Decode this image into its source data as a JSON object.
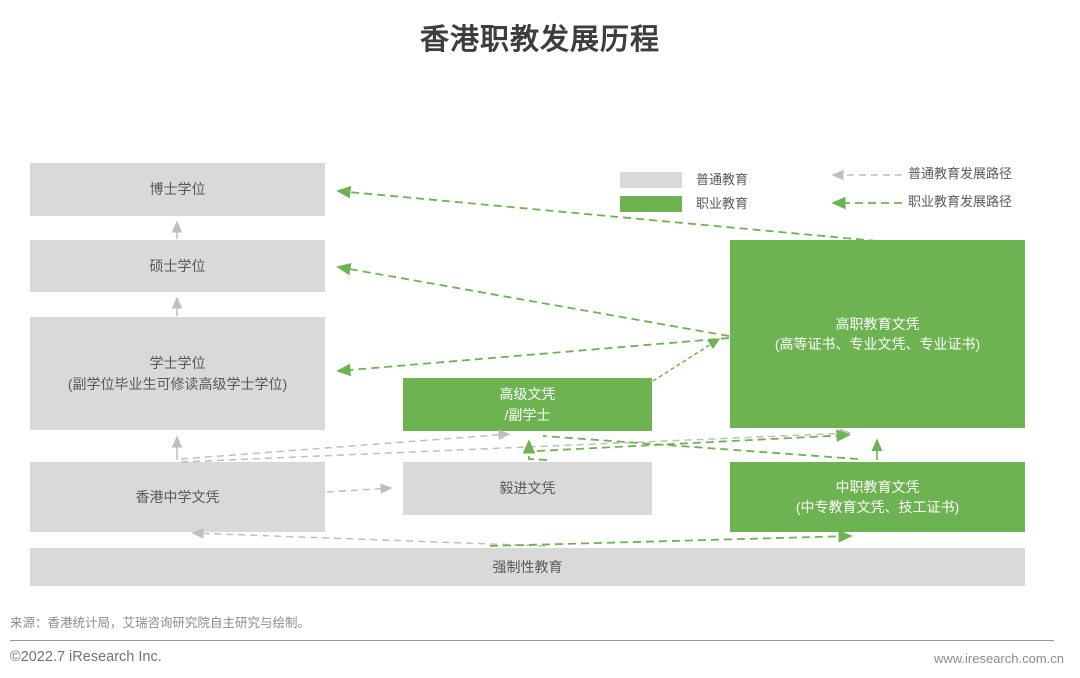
{
  "title": "香港职教发展历程",
  "legend": {
    "general": {
      "label": "普通教育"
    },
    "vocational": {
      "label": "职业教育"
    },
    "general_path": {
      "label": "普通教育发展路径"
    },
    "vocational_path": {
      "label": "职业教育发展路径"
    }
  },
  "boxes": {
    "doctor": {
      "label": "博士学位"
    },
    "master": {
      "label": "硕士学位"
    },
    "bachelor": {
      "line1": "学士学位",
      "line2": "(副学位毕业生可修读高级学士学位)"
    },
    "hkdse": {
      "label": "香港中学文凭"
    },
    "higher_diploma": {
      "line1": "高级文凭",
      "line2": "/副学士"
    },
    "yijin": {
      "label": "毅进文凭"
    },
    "higher_voc": {
      "line1": "高职教育文凭",
      "line2": "(高等证书、专业文凭、专业证书)"
    },
    "mid_voc": {
      "line1": "中职教育文凭",
      "line2": "(中专教育文凭、技工证书)"
    },
    "compulsory": {
      "label": "强制性教育"
    }
  },
  "colors": {
    "vocational_green": "#6db351",
    "general_gray": "#d9d9d9",
    "arrow_gray": "#bfbfbf"
  },
  "footer": {
    "source": "来源：香港统计局，艾瑞咨询研究院自主研究与绘制。",
    "copyright": "©2022.7 iResearch Inc.",
    "website": "www.iresearch.com.cn"
  }
}
